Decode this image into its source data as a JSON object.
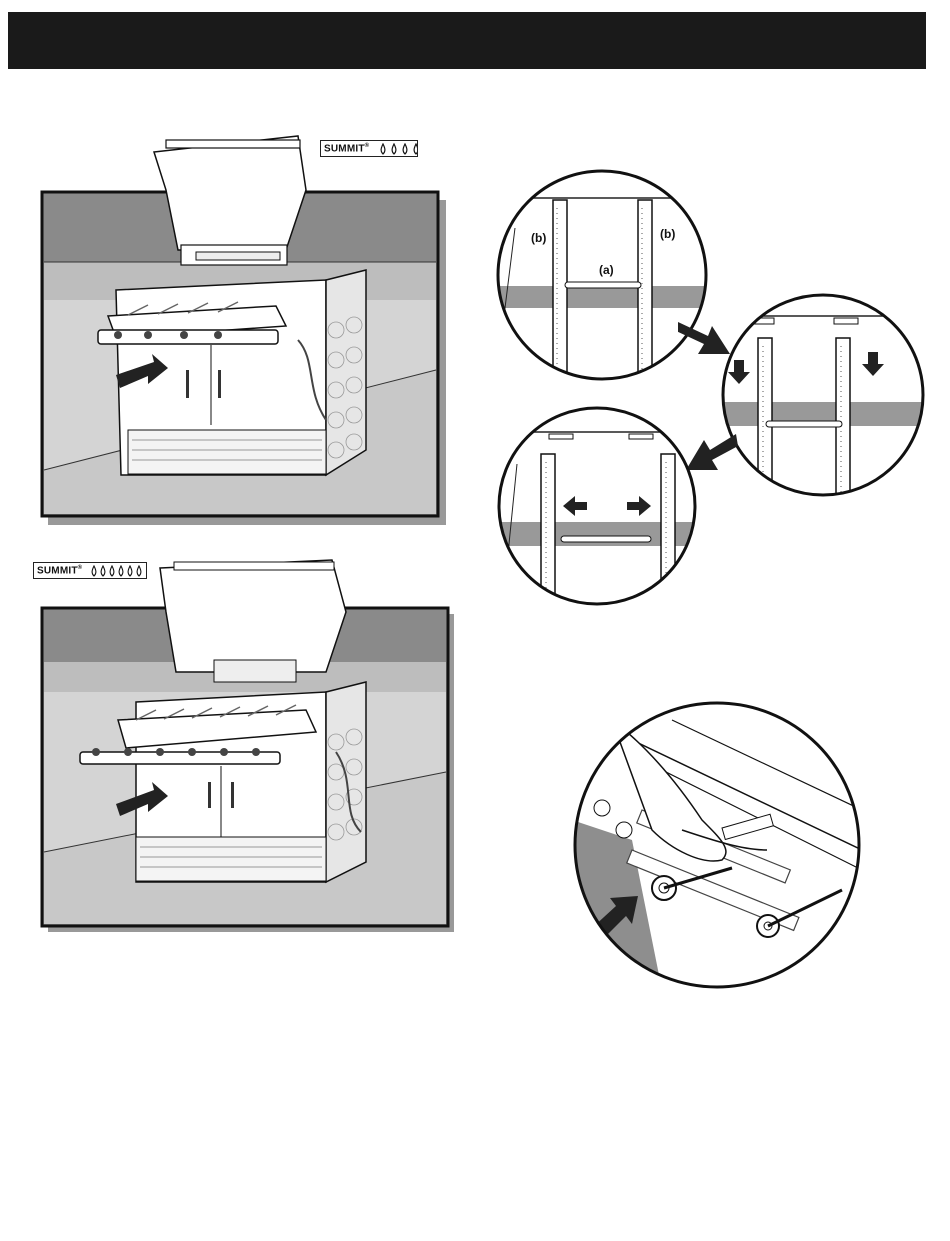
{
  "badges": {
    "top": {
      "brand": "SUMMIT",
      "mark": "®",
      "flames": "🔥🔥🔥🔥",
      "burners": 4
    },
    "bottom": {
      "brand": "SUMMIT",
      "mark": "®",
      "flames": "🔥🔥🔥🔥🔥🔥",
      "burners": 6
    }
  },
  "detail_labels": {
    "b_left": "(b)",
    "b_right": "(b)",
    "a_center": "(a)"
  }
}
